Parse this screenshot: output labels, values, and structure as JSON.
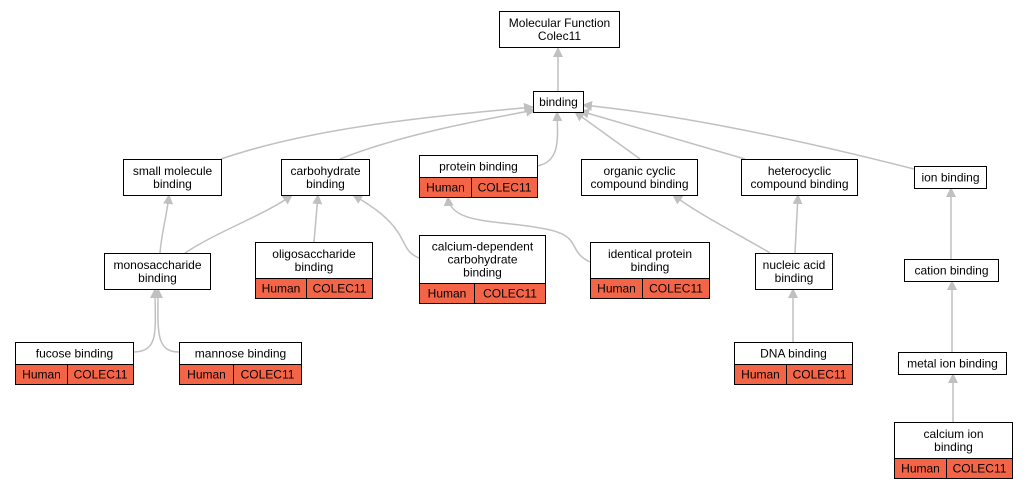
{
  "colors": {
    "edge": "#c0c0c0",
    "node_border": "#000000",
    "node_fill": "#ffffff",
    "annotation_fill": "#f46548"
  },
  "nodes": [
    {
      "id": "mf",
      "lines": [
        "Molecular Function",
        "Colec11"
      ]
    },
    {
      "id": "binding",
      "lines": [
        "binding"
      ]
    },
    {
      "id": "small_molecule",
      "lines": [
        "small molecule",
        "binding"
      ]
    },
    {
      "id": "carbohydrate",
      "lines": [
        "carbohydrate",
        "binding"
      ]
    },
    {
      "id": "protein",
      "lines": [
        "protein binding"
      ],
      "species": "Human",
      "gene": "COLEC11"
    },
    {
      "id": "organic_cyclic",
      "lines": [
        "organic cyclic",
        "compound binding"
      ]
    },
    {
      "id": "heterocyclic",
      "lines": [
        "heterocyclic",
        "compound binding"
      ]
    },
    {
      "id": "ion",
      "lines": [
        "ion binding"
      ]
    },
    {
      "id": "monosaccharide",
      "lines": [
        "monosaccharide",
        "binding"
      ]
    },
    {
      "id": "oligosaccharide",
      "lines": [
        "oligosaccharide",
        "binding"
      ],
      "species": "Human",
      "gene": "COLEC11"
    },
    {
      "id": "calcium_dep_carb",
      "lines": [
        "calcium-dependent",
        "carbohydrate",
        "binding"
      ],
      "species": "Human",
      "gene": "COLEC11"
    },
    {
      "id": "identical_protein",
      "lines": [
        "identical protein",
        "binding"
      ],
      "species": "Human",
      "gene": "COLEC11"
    },
    {
      "id": "nucleic_acid",
      "lines": [
        "nucleic acid",
        "binding"
      ]
    },
    {
      "id": "cation",
      "lines": [
        "cation binding"
      ]
    },
    {
      "id": "fucose",
      "lines": [
        "fucose binding"
      ],
      "species": "Human",
      "gene": "COLEC11"
    },
    {
      "id": "mannose",
      "lines": [
        "mannose binding"
      ],
      "species": "Human",
      "gene": "COLEC11"
    },
    {
      "id": "dna",
      "lines": [
        "DNA binding"
      ],
      "species": "Human",
      "gene": "COLEC11"
    },
    {
      "id": "metal_ion",
      "lines": [
        "metal ion binding"
      ]
    },
    {
      "id": "calcium_ion",
      "lines": [
        "calcium ion",
        "binding"
      ],
      "species": "Human",
      "gene": "COLEC11"
    }
  ],
  "edges": [
    {
      "from": "binding",
      "to": "mf"
    },
    {
      "from": "small_molecule",
      "to": "binding"
    },
    {
      "from": "carbohydrate",
      "to": "binding"
    },
    {
      "from": "protein",
      "to": "binding"
    },
    {
      "from": "organic_cyclic",
      "to": "binding"
    },
    {
      "from": "heterocyclic",
      "to": "binding"
    },
    {
      "from": "ion",
      "to": "binding"
    },
    {
      "from": "monosaccharide",
      "to": "small_molecule"
    },
    {
      "from": "monosaccharide",
      "to": "carbohydrate"
    },
    {
      "from": "oligosaccharide",
      "to": "carbohydrate"
    },
    {
      "from": "calcium_dep_carb",
      "to": "carbohydrate"
    },
    {
      "from": "identical_protein",
      "to": "protein"
    },
    {
      "from": "nucleic_acid",
      "to": "organic_cyclic"
    },
    {
      "from": "nucleic_acid",
      "to": "heterocyclic"
    },
    {
      "from": "cation",
      "to": "ion"
    },
    {
      "from": "fucose",
      "to": "monosaccharide"
    },
    {
      "from": "mannose",
      "to": "monosaccharide"
    },
    {
      "from": "dna",
      "to": "nucleic_acid"
    },
    {
      "from": "metal_ion",
      "to": "cation"
    },
    {
      "from": "calcium_ion",
      "to": "metal_ion"
    }
  ]
}
